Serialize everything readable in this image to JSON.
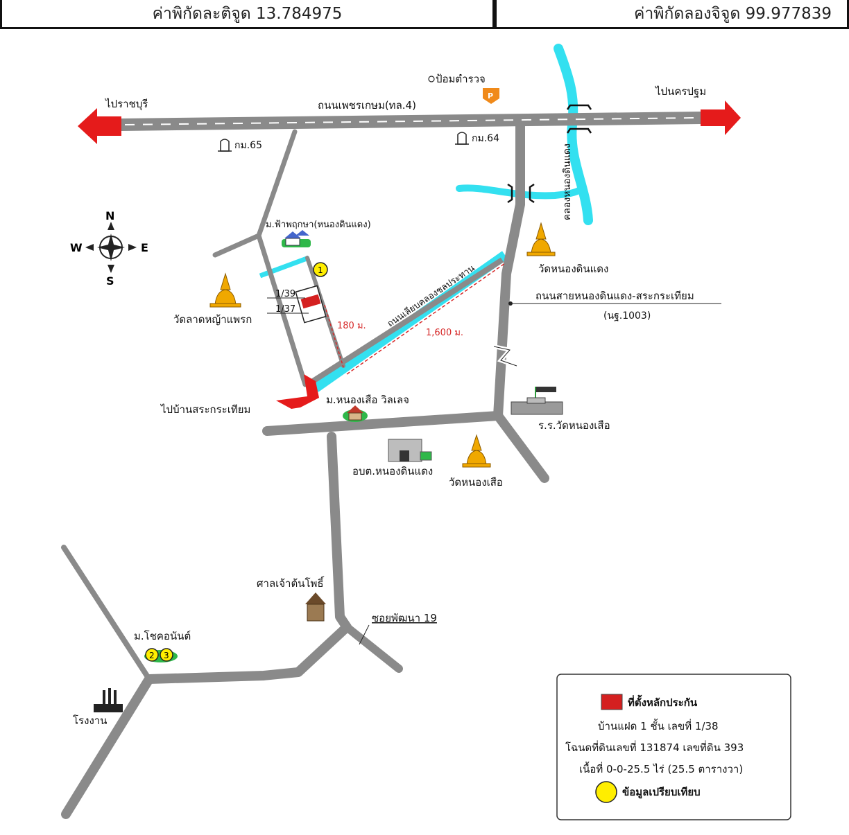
{
  "coords": {
    "latitude": "ค่าพิกัดละติจูด 13.784975",
    "longitude": "ค่าพิกัดลองจิจูด 99.977839"
  },
  "map": {
    "highway_label": "ถนนเพชรเกษม(ทล.4)",
    "to_ratchaburi": "ไปราชบุรี",
    "to_nakhon_pathom": "ไปนครปฐม",
    "police": "ป้อมตำรวจ",
    "km65": "กม.65",
    "km64": "กม.64",
    "canal_label": "คลองหนองดินแดง",
    "village_fa": "ม.ฟ้าพฤกษา(หนองดินแดง)",
    "plot_1_39": "1/39",
    "plot_1_37": "1/37",
    "wat_lat": "วัดลาดหญ้าแพรก",
    "wat_nong_din_daeng": "วัดหนองดินแดง",
    "canal_road": "ถนนเลียบคลองชลประทาน",
    "dist_180": "180 ม.",
    "dist_1600": "1,600 ม.",
    "road_nong_din_daeng": "ถนนสายหนองดินแดง-สระกระเทียม",
    "road_code": "(นฐ.1003)",
    "to_sa_krathiam": "ไปบ้านสระกระเทียม",
    "village_nong_suea": "ม.หนองเสือ วิลเลจ",
    "school": "ร.ร.วัดหนองเสือ",
    "sao_office": "อบต.หนองดินแดง",
    "wat_nong_suea": "วัดหนองเสือ",
    "shrine": "ศาลเจ้าต้นโพธิ์",
    "soi_pattana": "ซอยพัฒนา 19",
    "village_chok": "ม.โชคอนันต์",
    "factory": "โรงงาน",
    "compass": {
      "n": "N",
      "s": "S",
      "e": "E",
      "w": "W"
    },
    "marker_1": "1",
    "marker_2": "2",
    "marker_3": "3",
    "police_sign": "P"
  },
  "legend": {
    "location": "ที่ตั้งหลักประกัน",
    "house": "บ้านแฝด 1 ชั้น เลขที่ 1/38",
    "deed": "โฉนดที่ดินเลขที่ 131874 เลขที่ดิน 393",
    "area": "เนื้อที่ 0-0-25.5 ไร่ (25.5 ตารางวา)",
    "comparison": "ข้อมูลเปรียบเทียบ"
  },
  "colors": {
    "road": "#8a8a8a",
    "canal": "#33e0f0",
    "arrow": "#e51b1b",
    "location_fill": "#d42020",
    "comparison_fill": "#ffee00",
    "distance": "#d62828"
  }
}
